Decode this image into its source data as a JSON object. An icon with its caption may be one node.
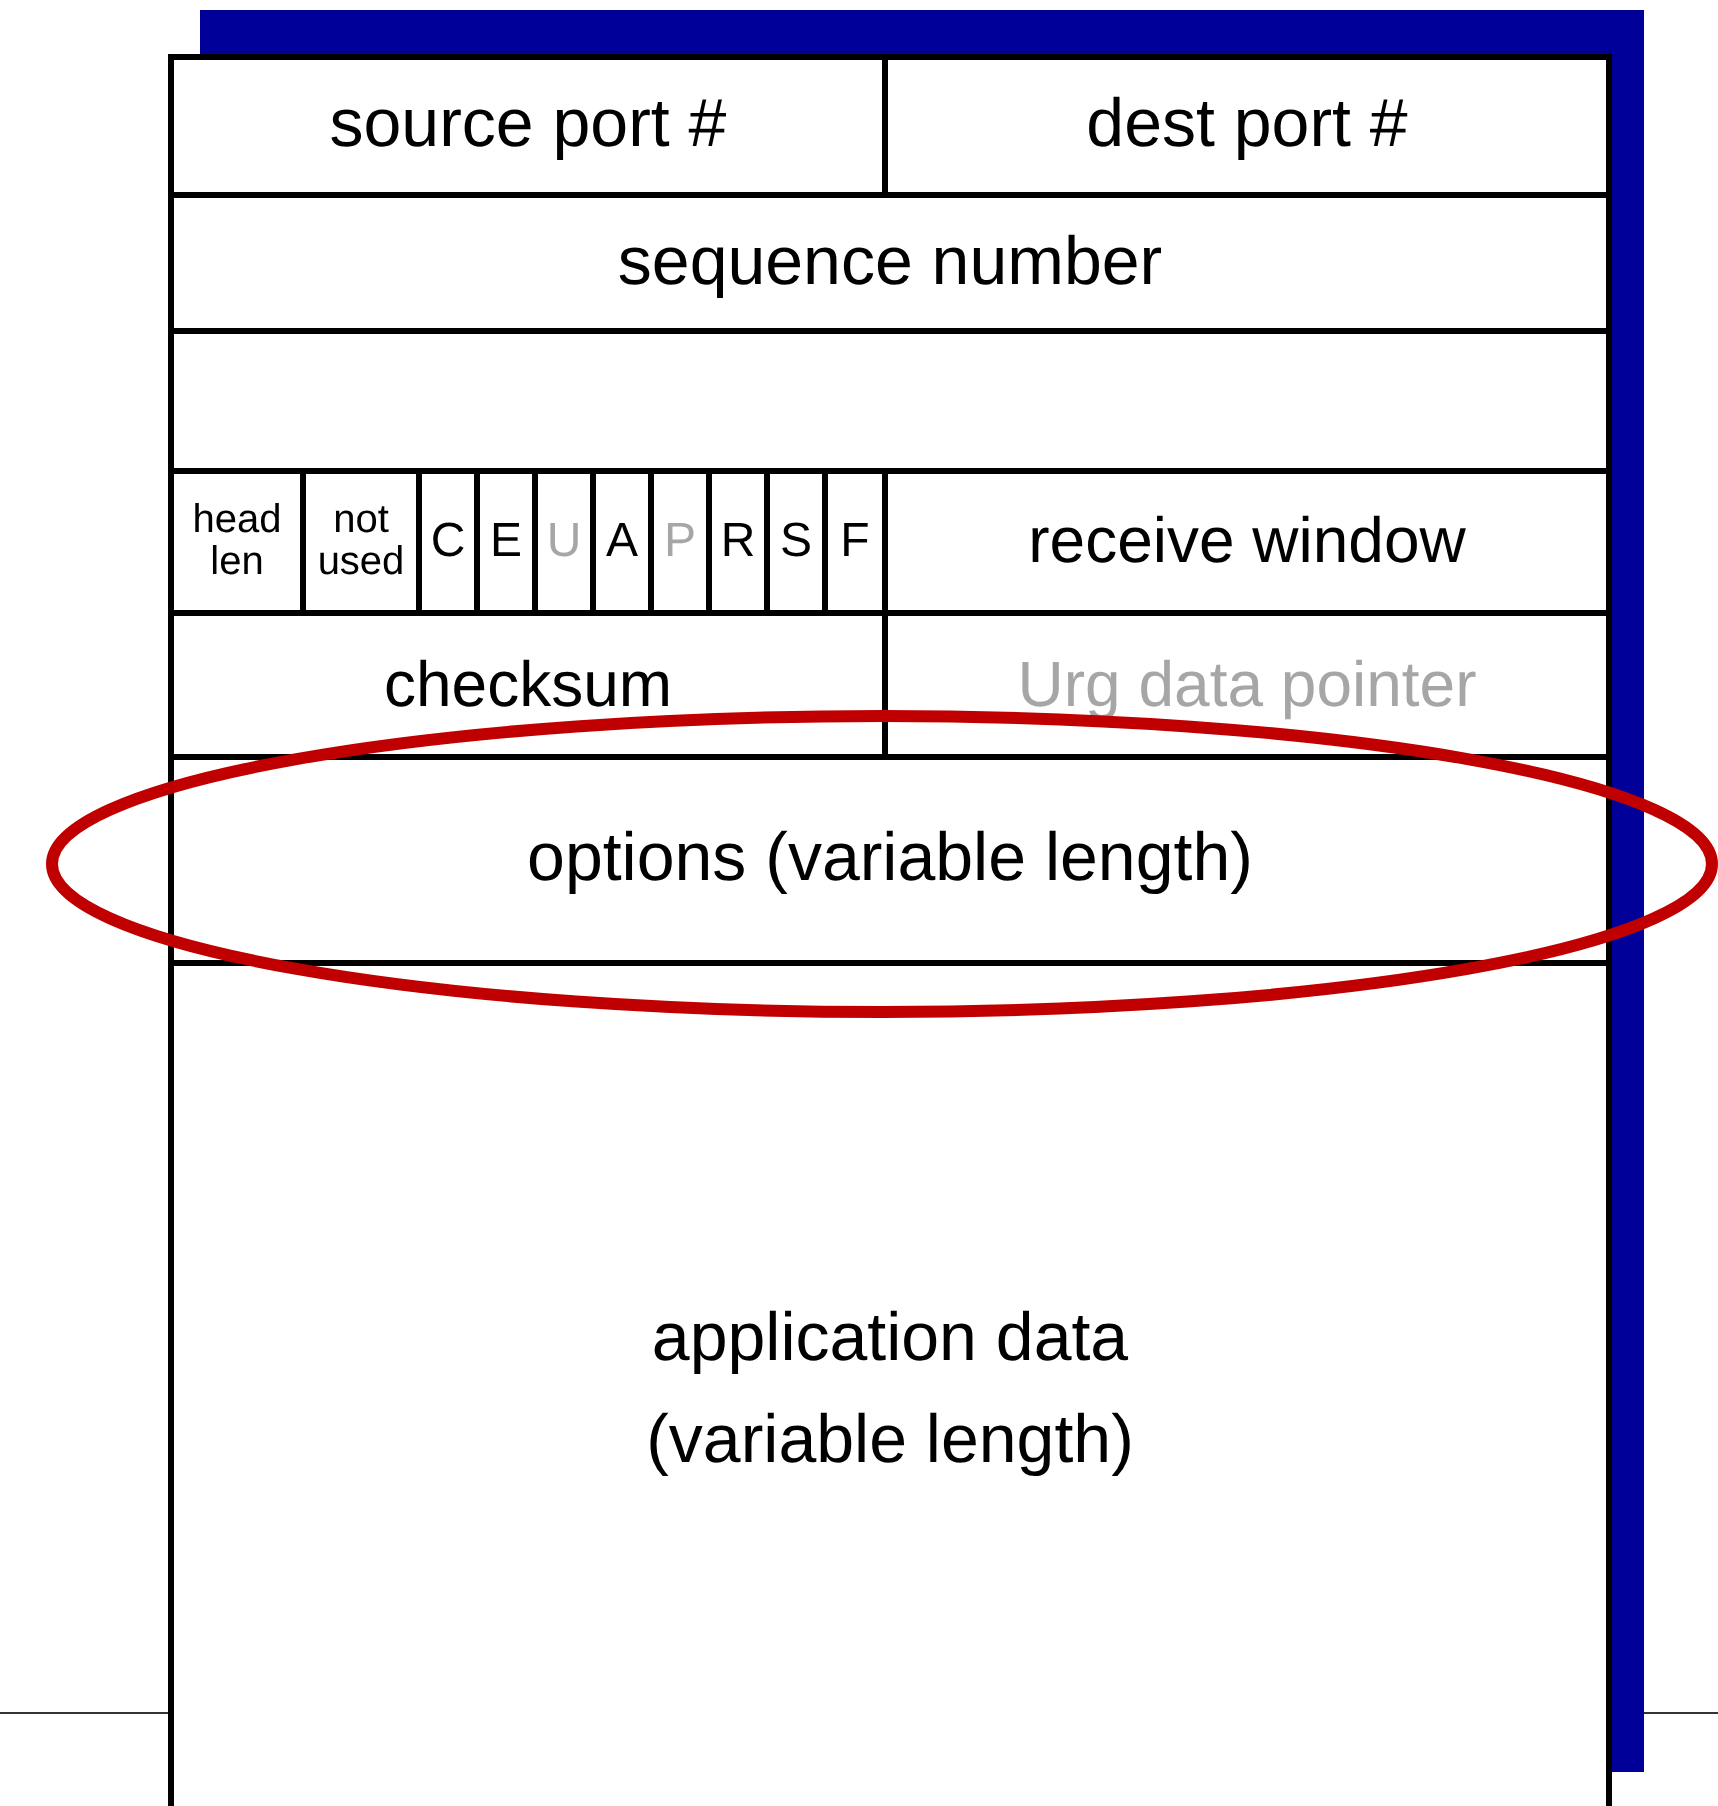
{
  "diagram": {
    "nodes": [
      {
        "text": [
          "source port #"
        ]
      },
      {
        "text": [
          "dest port #"
        ]
      },
      {
        "text": [
          "sequence number"
        ]
      },
      {
        "text": [],
        "shape": "box"
      },
      {
        "text": [
          "head len"
        ]
      },
      {
        "text": [
          "not used"
        ]
      },
      {
        "text": [
          "C"
        ]
      },
      {
        "text": [
          "E"
        ]
      },
      {
        "text": [
          "U"
        ]
      },
      {
        "text": [
          "A"
        ]
      },
      {
        "text": [
          "P"
        ]
      },
      {
        "text": [
          "R"
        ]
      },
      {
        "text": [
          "S"
        ]
      },
      {
        "text": [
          "F"
        ]
      },
      {
        "text": [
          "receive window"
        ]
      },
      {
        "text": [
          "checksum"
        ]
      },
      {
        "text": [
          "Urg data pointer"
        ]
      },
      {
        "text": [
          "options (variable length)"
        ]
      },
      {
        "text": [
          "application data (variable length)"
        ]
      }
    ],
    "edges": []
  }
}
